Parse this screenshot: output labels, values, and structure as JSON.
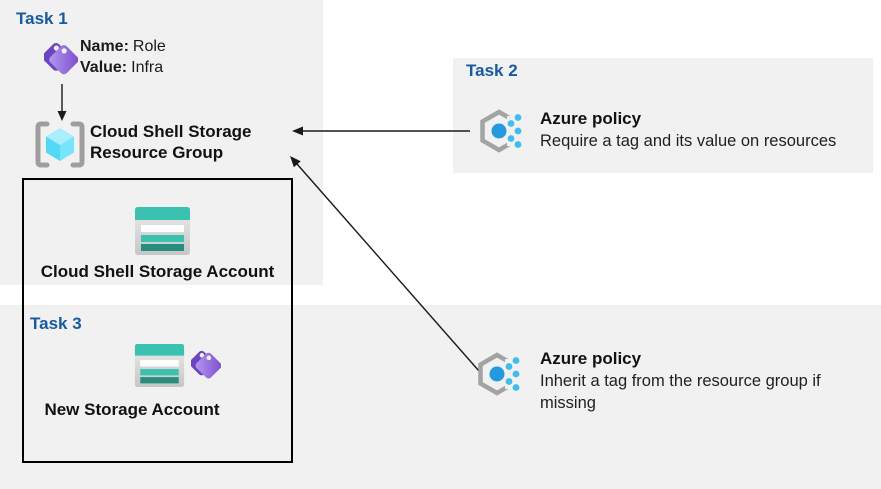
{
  "colors": {
    "region_bg": "#f1f1f1",
    "task_header": "#175a9e",
    "arrow": "#1a1a1a",
    "tag_purple_light": "#b59af0",
    "tag_purple": "#8457d6",
    "tag_purple_dark": "#6b46c0",
    "policy_circle_blue": "#2499dd",
    "policy_dot_cyan": "#3fbeed",
    "hexagon_gray": "#a3a3a3",
    "bracket_gray": "#9e9e9e",
    "cube_cyan": "#52d9f5",
    "storage_teal": "#3ac1b0",
    "storage_teal_dark": "#268d7f",
    "box_border": "#000000"
  },
  "task1": {
    "title": "Task 1",
    "tag_name_label": "Name:",
    "tag_name_value": "Role",
    "tag_value_label": "Value:",
    "tag_value_value": "Infra",
    "resource_group_title": "Cloud Shell Storage Resource Group",
    "storage_account_label": "Cloud Shell Storage Account"
  },
  "task2": {
    "title": "Task 2",
    "policy_title": "Azure policy",
    "policy_description": "Require a tag and its value on resources"
  },
  "task3": {
    "title": "Task 3",
    "storage_account_label": "New Storage Account"
  },
  "bottom_policy": {
    "policy_title": "Azure policy",
    "policy_description": "Inherit a tag from the resource group if missing"
  }
}
